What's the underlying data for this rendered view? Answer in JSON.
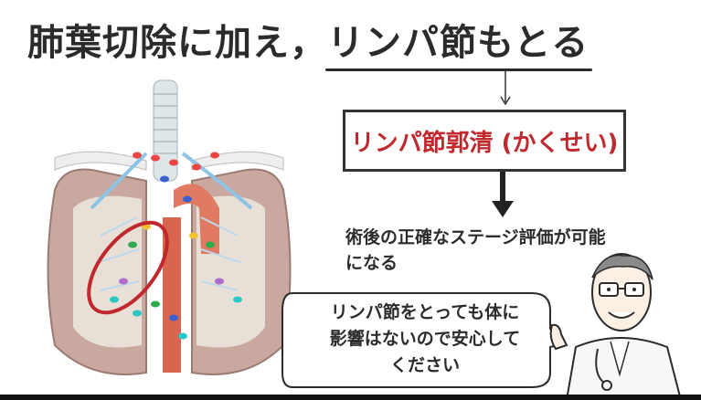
{
  "title": {
    "main": "肺葉切除に加え，",
    "underlined": "リンパ節もとる"
  },
  "term_box": {
    "text": "リンパ節郭清 (かくせい)"
  },
  "benefit": {
    "line1": "術後の正確なステージ評価が可能",
    "line2": "になる"
  },
  "speech_bubble": {
    "line1": "リンパ節をとっても体に",
    "line2": "影響はないので安心して",
    "line3": "ください"
  },
  "colors": {
    "accent_red": "#c0282d",
    "ink": "#2b2b2b"
  }
}
